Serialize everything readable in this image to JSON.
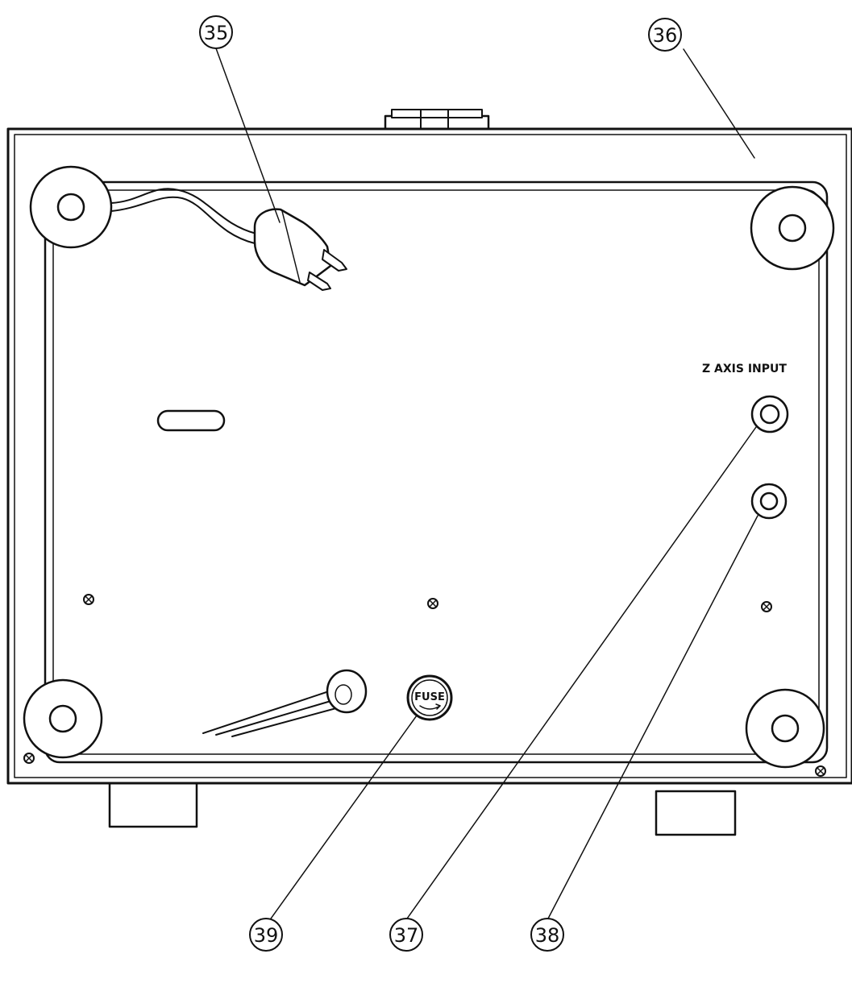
{
  "callouts": [
    {
      "id": "35",
      "label": "35"
    },
    {
      "id": "36",
      "label": "36"
    },
    {
      "id": "37",
      "label": "37"
    },
    {
      "id": "38",
      "label": "38"
    },
    {
      "id": "39",
      "label": "39"
    }
  ],
  "panel": {
    "z_axis_label": "Z AXIS INPUT",
    "fuse_label": "FUSE"
  },
  "colors": {
    "ink": "#111111",
    "paper": "#ffffff"
  }
}
